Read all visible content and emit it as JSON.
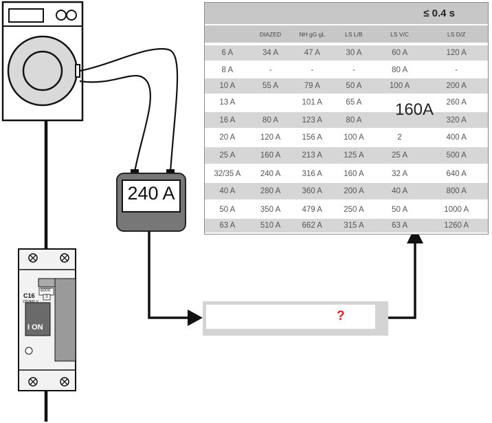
{
  "table": {
    "title": "≤ 0.4 s",
    "headers": [
      "",
      "DIAZED",
      "NH gG gL",
      "LS L/B",
      "LS V/C",
      "LS D/Z"
    ],
    "rows": [
      [
        "6 A",
        "34 A",
        "47 A",
        "30 A",
        "60 A",
        "120 A"
      ],
      [
        "8 A",
        "-",
        "-",
        "-",
        "80 A",
        "-"
      ],
      [
        "10 A",
        "55 A",
        "79 A",
        "50 A",
        "100 A",
        "200 A"
      ],
      [
        "13 A",
        "",
        "101 A",
        "65 A",
        "",
        "260 A"
      ],
      [
        "16 A",
        "80 A",
        "123 A",
        "80 A",
        "",
        "320 A"
      ],
      [
        "20 A",
        "120 A",
        "156 A",
        "100 A",
        "2",
        "400 A"
      ],
      [
        "25 A",
        "160 A",
        "213 A",
        "125 A",
        "25 A",
        "500 A"
      ],
      [
        "32/35 A",
        "240 A",
        "316 A",
        "160 A",
        "32 A",
        "640 A"
      ],
      [
        "40 A",
        "280 A",
        "360 A",
        "200 A",
        "40 A",
        "800 A"
      ],
      [
        "50 A",
        "350 A",
        "479 A",
        "250 A",
        "50 A",
        "1000 A"
      ],
      [
        "63 A",
        "510 A",
        "662 A",
        "315 A",
        "63 A",
        "1260 A"
      ]
    ]
  },
  "meter": {
    "reading": "240 A"
  },
  "bubble": {
    "value": "160A"
  },
  "question": {
    "mark": "?"
  },
  "breaker": {
    "rating": "C16",
    "capacity": "6000",
    "class": "3",
    "voltage": "230/400 V",
    "state": "I ON"
  },
  "colors": {
    "question": "#d62020",
    "line": "#111111",
    "table_shade": "#d6d6d6"
  }
}
